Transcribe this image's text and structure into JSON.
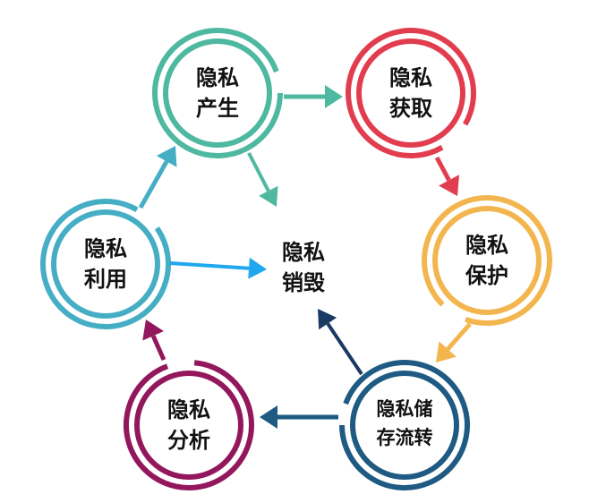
{
  "title": "",
  "nodes": [
    {
      "id": "generate",
      "line1": "隐私",
      "line2": "产生",
      "color": "#4fb8a0"
    },
    {
      "id": "acquire",
      "line1": "隐私",
      "line2": "获取",
      "color": "#e23d4e"
    },
    {
      "id": "protect",
      "line1": "隐私",
      "line2": "保护",
      "color": "#f3b64f"
    },
    {
      "id": "storage",
      "line1": "隐私储",
      "line2": "存流转",
      "color": "#1e5a82"
    },
    {
      "id": "analyze",
      "line1": "隐私",
      "line2": "分析",
      "color": "#93175d"
    },
    {
      "id": "utilize",
      "line1": "隐私",
      "line2": "利用",
      "color": "#45aec4"
    }
  ],
  "center": {
    "line1": "隐私",
    "line2": "销毁"
  },
  "colors": {
    "to_destroy_from_generate": "#4fb8a0",
    "to_destroy_from_utilize": "#1fa7ef",
    "to_destroy_from_storage": "#1b3a63"
  }
}
